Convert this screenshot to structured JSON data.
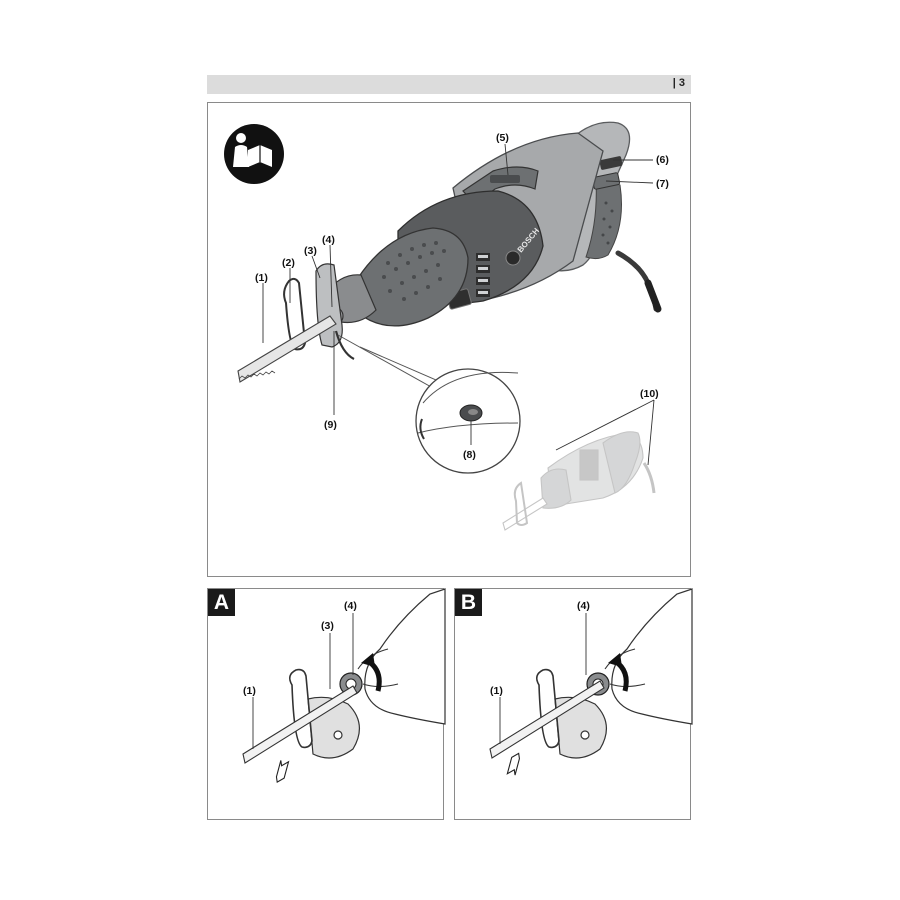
{
  "page_number": "| 3",
  "main_callouts": {
    "c1": "(1)",
    "c2": "(2)",
    "c3": "(3)",
    "c4": "(4)",
    "c5": "(5)",
    "c6": "(6)",
    "c7": "(7)",
    "c8": "(8)",
    "c9": "(9)",
    "c10": "(10)"
  },
  "tool_brand": "BOSCH",
  "figure_a": {
    "letter": "A",
    "c1": "(1)",
    "c3": "(3)",
    "c4": "(4)"
  },
  "figure_b": {
    "letter": "B",
    "c1": "(1)",
    "c4": "(4)"
  },
  "icons": [
    "read-manual-icon",
    "insert-arrow-icon",
    "remove-arrow-icon",
    "rotate-arrow-icon"
  ],
  "colors": {
    "body_grey": "#8a8c8e",
    "dark_grey": "#4a4c4e",
    "grip": "#6d7072",
    "frame": "#8a8a8a",
    "header": "#dcdcdc"
  }
}
